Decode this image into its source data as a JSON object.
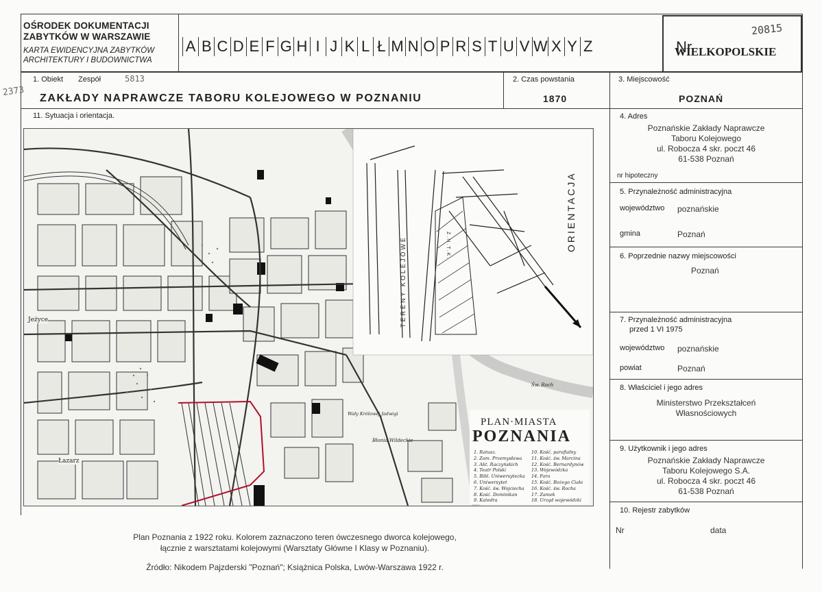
{
  "institution": {
    "line1": "OŚRODEK DOKUMENTACJI",
    "line2": "ZABYTKÓW W WARSZAWIE",
    "subtitle1": "KARTA EWIDENCYJNA ZABYTKÓW",
    "subtitle2": "ARCHITEKTURY I BUDOWNICTWA"
  },
  "letters": [
    "A",
    "B",
    "C",
    "D",
    "E",
    "F",
    "G",
    "H",
    "I",
    "J",
    "K",
    "L",
    "Ł",
    "M",
    "N",
    "O",
    "P",
    "R",
    "S",
    "T",
    "U",
    "V",
    "W",
    "X",
    "Y",
    "Z"
  ],
  "nr": {
    "label": "Nr",
    "value": "WIELKOPOLSKIE",
    "stamp": "20815"
  },
  "object": {
    "label_obiekt": "1. Obiekt",
    "label_zespol": "Zespół",
    "handwritten_top": "5813",
    "handwritten_side": "2373",
    "name": "ZAKŁADY NAPRAWCZE TABORU KOLEJOWEGO W POZNANIU"
  },
  "czas": {
    "label": "2. Czas powstania",
    "value": "1870"
  },
  "miejscowosc": {
    "label": "3. Miejscowość",
    "value": "POZNAŃ"
  },
  "sytuacja": {
    "label": "11. Sytuacja i orientacja."
  },
  "adres": {
    "label": "4. Adres",
    "lines": [
      "Poznańskie Zakłady Naprawcze",
      "Taboru Kolejowego",
      "ul. Robocza 4 skr. poczt 46",
      "61-538 Poznań"
    ],
    "hipoteka_label": "nr hipoteczny"
  },
  "przynaleznosc": {
    "label": "5. Przynależność administracyjna",
    "woj_label": "województwo",
    "woj_value": "poznańskie",
    "gmina_label": "gmina",
    "gmina_value": "Poznań"
  },
  "poprzednie": {
    "label": "6. Poprzednie nazwy miejscowości",
    "value": "Poznań"
  },
  "przed1975": {
    "label1": "7. Przynależność administracyjna",
    "label2": "przed 1 VI 1975",
    "woj_label": "województwo",
    "woj_value": "poznańskie",
    "powiat_label": "powiat",
    "powiat_value": "Poznań"
  },
  "wlasciciel": {
    "label": "8. Właściciel i jego adres",
    "lines": [
      "Ministerstwo Przekształceń",
      "Własnościowych"
    ]
  },
  "uzytkownik": {
    "label": "9. Użytkownik i jego adres",
    "lines": [
      "Poznańskie Zakłady Naprawcze",
      "Taboru Kolejowego S.A.",
      "ul. Robocza 4 skr. poczt 46",
      "61-538 Poznań"
    ]
  },
  "rejestr": {
    "label": "10. Rejestr zabytków",
    "nr_label": "Nr",
    "data_label": "data"
  },
  "map": {
    "title1": "PLAN·MIASTA",
    "title2": "POZNANIA",
    "inset_left_label": "TERENY KOLEJOWE",
    "inset_zntk": "Z.N.T.K.",
    "orientation": "ORIENTACJA",
    "legend_left": [
      "1. Ratusz.",
      "2. Zam. Przemysława",
      "3. Akt. Raczyńskich",
      "4. Teatr Polski",
      "5. Bibl. Uniwersytecka",
      "6. Uniwersytet",
      "7. Kość. św. Wojciecha",
      "8. Kość. Dominikan",
      "9. Katedra"
    ],
    "legend_right": [
      "10. Kość. parafialny",
      "11. Kość. św. Marcina",
      "12. Kość. Bernardynów",
      "13. Wojewódzka",
      "14. Fara",
      "15. Kość. Bożego Ciała",
      "16. Kość. św. Rocha",
      "17. Zamek",
      "18. Urząd wojewódzki"
    ],
    "label_blonia": "Błonia Wildeckie",
    "label_jezyce": "Jeżyce",
    "label_lazarz": "Łazarz",
    "label_waly": "Wały Królowej Jadwigi",
    "label_rocha": "Św. Roch"
  },
  "caption": {
    "line1": "Plan Poznania z 1922 roku. Kolorem zaznaczono teren ówczesnego dworca kolejowego,",
    "line2": "łącznie z warsztatami kolejowymi (Warsztaty Główne I Klasy w Poznaniu).",
    "source": "Źródło: Nikodem Pajzderski \"Poznań\"; Książnica Polska, Lwów-Warszawa 1922 r."
  },
  "colors": {
    "highlight": "#b0102a",
    "ink": "#222222",
    "paper": "#fbfbf9"
  }
}
